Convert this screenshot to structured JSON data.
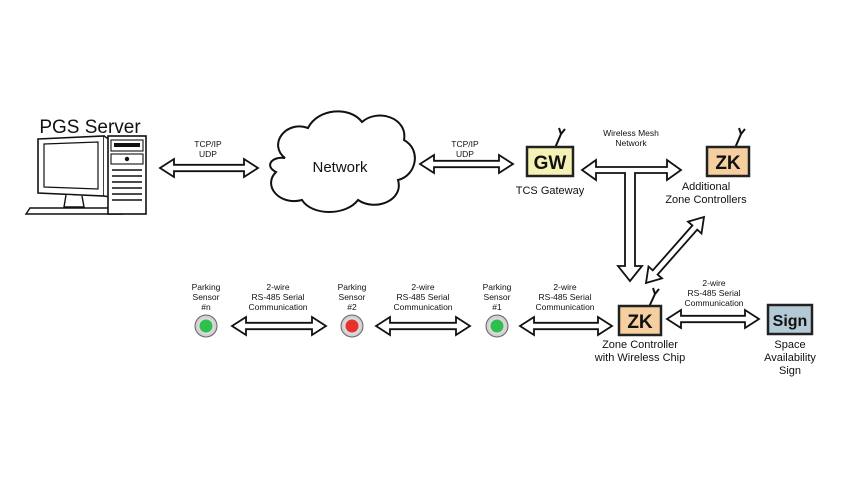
{
  "server": {
    "label": "PGS Server"
  },
  "network": {
    "label": "Network"
  },
  "links": {
    "server_network": [
      "TCP/IP",
      "UDP"
    ],
    "network_gateway": [
      "TCP/IP",
      "UDP"
    ],
    "mesh": [
      "Wireless Mesh",
      "Network"
    ],
    "zk_sign": [
      "2-wire",
      "RS-485 Serial",
      "Communication"
    ],
    "s1_zk": [
      "2-wire",
      "RS-485 Serial",
      "Communication"
    ],
    "s2_s1": [
      "2-wire",
      "RS-485 Serial",
      "Communication"
    ],
    "sn_s2": [
      "2-wire",
      "RS-485 Serial",
      "Communication"
    ]
  },
  "gateway": {
    "badge": "GW",
    "caption": "TCS Gateway"
  },
  "additional_zk": {
    "badge": "ZK",
    "caption": [
      "Additional",
      "Zone Controllers"
    ]
  },
  "zone_controller": {
    "badge": "ZK",
    "caption": [
      "Zone Controller",
      "with Wireless Chip"
    ]
  },
  "sign": {
    "badge": "Sign",
    "caption": [
      "Space",
      "Availability",
      "Sign"
    ]
  },
  "sensors": [
    {
      "label": [
        "Parking",
        "Sensor",
        "#n"
      ],
      "status": "green"
    },
    {
      "label": [
        "Parking",
        "Sensor",
        "#2"
      ],
      "status": "red"
    },
    {
      "label": [
        "Parking",
        "Sensor",
        "#1"
      ],
      "status": "green"
    }
  ],
  "colors": {
    "zk_fill": "#f5cf9f",
    "gw_fill": "#f4f2b5",
    "sign_fill": "#b4c9d6",
    "sensor_green": "#2fbf4f",
    "sensor_red": "#e8312e"
  }
}
